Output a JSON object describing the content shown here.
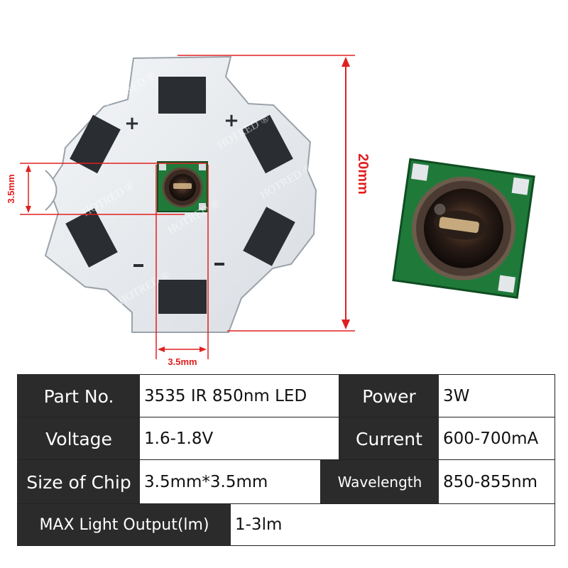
{
  "dimensions": {
    "height_label": "20mm",
    "chip_height_label": "3.5mm",
    "chip_width_label": "3.5mm"
  },
  "board": {
    "polarity_plus": "+",
    "polarity_minus": "-"
  },
  "watermark": "HOTRED ®",
  "specs": {
    "part_no_label": "Part No.",
    "part_no_value": "3535 IR 850nm LED",
    "power_label": "Power",
    "power_value": "3W",
    "voltage_label": "Voltage",
    "voltage_value": "1.6-1.8V",
    "current_label": "Current",
    "current_value": "600-700mA",
    "chip_size_label": "Size of Chip",
    "chip_size_value": "3.5mm*3.5mm",
    "wavelength_label": "Wavelength",
    "wavelength_value": "850-855nm",
    "max_output_label": "MAX Light Output(lm)",
    "max_output_value": "1-3lm"
  },
  "colors": {
    "dimension_red": "#e02020",
    "label_bg": "#2b2b2b",
    "board_white": "#e8ebee",
    "pad_dark": "#2a2d31",
    "pcb_green": "#1f7a3a"
  }
}
